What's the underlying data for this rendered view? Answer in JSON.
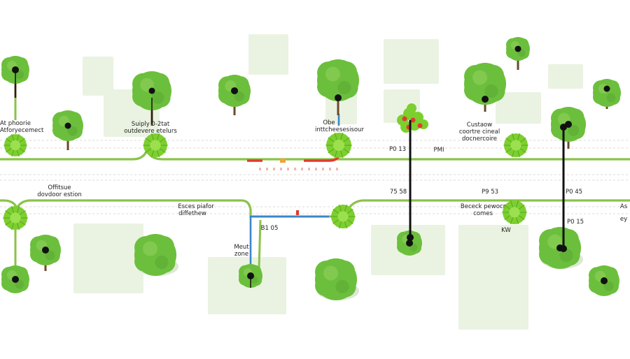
{
  "colors": {
    "background": "#ffffff",
    "green_path": "#8bc34a",
    "tree_foliage": "#6cbf3c",
    "tree_foliage_dark": "#4e9a2a",
    "pale_block": "#eaf3e2",
    "marker": "#111111",
    "trunk": "#6b4a2b",
    "blue_path": "#3b86c8",
    "red_dash": "#e23b2e"
  },
  "icons": {
    "tree": "tree-icon",
    "shrub": "shrub-icon",
    "marker": "node-marker-icon"
  },
  "labels": {
    "l1": "At phoorie",
    "l2": "Atforyecemect",
    "l3": "Suiply  0-2tat",
    "l4": "outdevere  etelurs",
    "l5": "Obe",
    "l6": "inttcheesesisour",
    "l7": "Custaow",
    "l8": "coortre cineal",
    "l9": "docnercoire",
    "l10": "P0 13",
    "l11": "PMI",
    "l12": "Offitsue",
    "l13": "dovdoor estion",
    "l14": "75 58",
    "l15": "P9 53",
    "l16": "P0 45",
    "l17": "Esces piafor",
    "l18": "diffethew",
    "l19": "Bececk pewocr",
    "l20": "comes",
    "l21": "P0 15",
    "l22": "B1 05",
    "l23": "KW",
    "l24": "Meut",
    "l25": "zone",
    "l26": "As",
    "l27": "ey"
  }
}
